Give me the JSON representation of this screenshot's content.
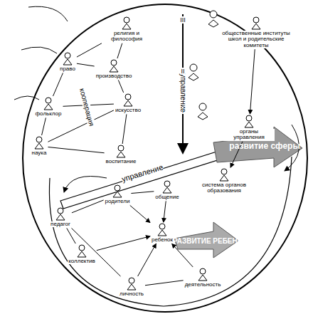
{
  "diagram": {
    "nodes": [
      {
        "text": [
          "религия и философия"
        ]
      },
      {
        "text": [
          "право"
        ]
      },
      {
        "text": [
          "производство"
        ]
      },
      {
        "text": [
          "фольклор"
        ]
      },
      {
        "text": [
          "искусство"
        ]
      },
      {
        "text": [
          "наука"
        ]
      },
      {
        "text": [
          "воспитание"
        ]
      },
      {
        "text": [
          "общественные институты школ и родительские комитеты"
        ]
      },
      {
        "text": [
          "органы управления"
        ]
      },
      {
        "text": [
          "система органов образования"
        ]
      },
      {
        "text": [
          "педагог"
        ]
      },
      {
        "text": [
          "родители"
        ]
      },
      {
        "text": [
          "общение"
        ]
      },
      {
        "text": [
          "ребенок"
        ]
      },
      {
        "text": [
          "коллектив"
        ]
      },
      {
        "text": [
          "личность"
        ]
      },
      {
        "text": [
          "деятельность"
        ]
      }
    ],
    "edges": [
      {
        "from": 0,
        "to": 1,
        "arrow": "none"
      },
      {
        "from": 0,
        "to": 2,
        "arrow": "none"
      },
      {
        "from": 1,
        "to": 2,
        "arrow": "none"
      },
      {
        "from": 1,
        "to": 3,
        "arrow": "none"
      },
      {
        "from": 2,
        "to": 4,
        "arrow": "none"
      },
      {
        "from": 3,
        "to": 4,
        "arrow": "none"
      },
      {
        "from": 3,
        "to": 5,
        "arrow": "none"
      },
      {
        "from": 5,
        "to": 4,
        "arrow": "none"
      },
      {
        "from": 4,
        "to": 6,
        "arrow": "none"
      },
      {
        "from": 5,
        "to": 6,
        "arrow": "none"
      },
      {
        "from": 7,
        "to": 8,
        "arrow": "to"
      },
      {
        "from": 8,
        "to": 9,
        "arrow": "to"
      },
      {
        "from": 10,
        "to": 11,
        "arrow": "none"
      },
      {
        "from": 11,
        "to": 12,
        "arrow": "none"
      },
      {
        "from": 12,
        "to": 13,
        "arrow": "to"
      },
      {
        "from": 10,
        "to": 15,
        "arrow": "none"
      },
      {
        "from": 11,
        "to": 13,
        "arrow": "to"
      },
      {
        "from": 14,
        "to": 13,
        "arrow": "to"
      },
      {
        "from": 15,
        "to": 13,
        "arrow": "to"
      },
      {
        "from": 16,
        "to": 13,
        "arrow": "to"
      },
      {
        "from": 15,
        "to": 16,
        "arrow": "none"
      },
      {
        "from": 10,
        "to": 14,
        "arrow": "none"
      }
    ],
    "labels": [
      "кооперация",
      "управление",
      "управление",
      "III",
      "II",
      "I",
      "развитие сферы",
      "РАЗВИТИЕ РЕБЕНКА"
    ]
  }
}
